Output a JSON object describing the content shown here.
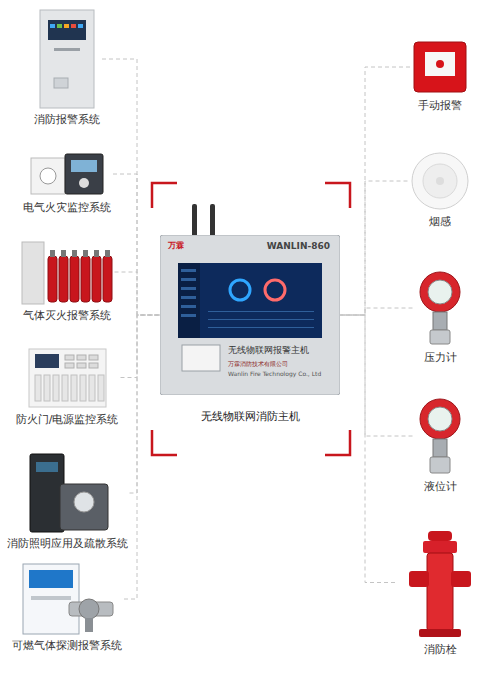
{
  "diagram": {
    "nodes": [
      {
        "text": [
          "消防报警系统"
        ]
      },
      {
        "text": [
          "电气火灾监控系统"
        ]
      },
      {
        "text": [
          "气体灭火报警系统"
        ]
      },
      {
        "text": [
          "防火门/电源监控系统"
        ]
      },
      {
        "text": [
          "消防照明应用及疏散系统"
        ]
      },
      {
        "text": [
          "可燃气体探测报警系统"
        ]
      },
      {
        "text": [
          "万霖",
          "WANLIN-860",
          "无线物联网报警主机",
          "万霖消防技术有限公司",
          "Wanlin Fire Technology Co., Ltd",
          "无线物联网消防主机"
        ]
      },
      {
        "text": [
          "手动报警"
        ]
      },
      {
        "text": [
          "烟感"
        ]
      },
      {
        "text": [
          "压力计"
        ]
      },
      {
        "text": [
          "液位计"
        ]
      },
      {
        "text": [
          "消防栓"
        ]
      }
    ],
    "edges": [
      {
        "from": 0,
        "to": 6,
        "arrow": "none"
      },
      {
        "from": 1,
        "to": 6,
        "arrow": "none"
      },
      {
        "from": 2,
        "to": 6,
        "arrow": "none"
      },
      {
        "from": 3,
        "to": 6,
        "arrow": "none"
      },
      {
        "from": 4,
        "to": 6,
        "arrow": "none"
      },
      {
        "from": 5,
        "to": 6,
        "arrow": "none"
      },
      {
        "from": 7,
        "to": 6,
        "arrow": "none"
      },
      {
        "from": 8,
        "to": 6,
        "arrow": "none"
      },
      {
        "from": 9,
        "to": 6,
        "arrow": "none"
      },
      {
        "from": 10,
        "to": 6,
        "arrow": "none"
      },
      {
        "from": 11,
        "to": 6,
        "arrow": "none"
      }
    ]
  }
}
